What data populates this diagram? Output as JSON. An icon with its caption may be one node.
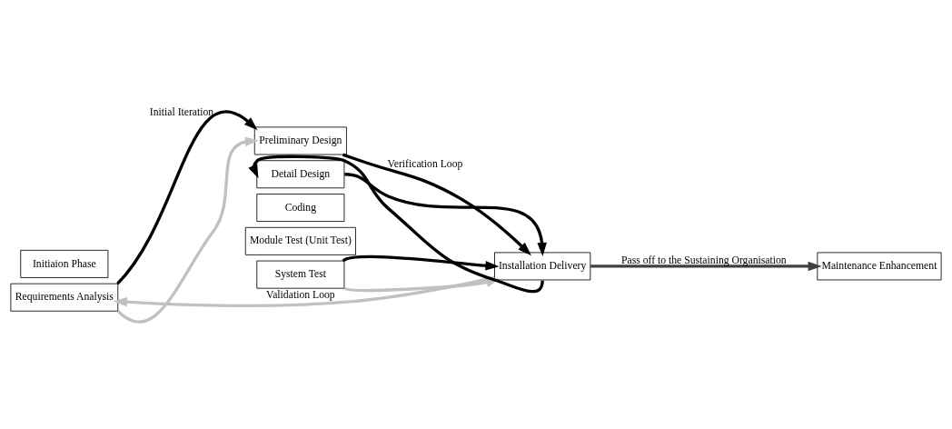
{
  "diagram": {
    "nodes": [
      {
        "text": [
          "Initiaion Phase"
        ]
      },
      {
        "text": [
          "Requirements Analysis"
        ]
      },
      {
        "text": [
          "Preliminary Design"
        ]
      },
      {
        "text": [
          "Detail Design"
        ]
      },
      {
        "text": [
          "Coding"
        ]
      },
      {
        "text": [
          "Module Test (Unit Test)"
        ]
      },
      {
        "text": [
          "System Test"
        ]
      },
      {
        "text": [
          "Installation Delivery"
        ]
      },
      {
        "text": [
          "Maintenance Enhancement"
        ]
      }
    ],
    "edges": [
      {
        "from": 1,
        "to": 2,
        "arrow": "to",
        "label": "Initial Iteration"
      },
      {
        "from": 1,
        "to": 2,
        "arrow": "to",
        "color": "#c0c0c0"
      },
      {
        "from": 2,
        "to": 7,
        "arrow": "to",
        "label": "Verification Loop"
      },
      {
        "from": 3,
        "to": 7,
        "arrow": "to"
      },
      {
        "from": 6,
        "to": 7,
        "arrow": "to"
      },
      {
        "from": 6,
        "to": 7,
        "arrow": "to",
        "color": "#c0c0c0"
      },
      {
        "from": 7,
        "to": 3,
        "arrow": "to"
      },
      {
        "from": 7,
        "to": 1,
        "arrow": "to",
        "label": "Validation Loop",
        "color": "#c0c0c0"
      },
      {
        "from": 7,
        "to": 8,
        "arrow": "to",
        "label": "Pass off to the Sustaining Organisation",
        "color": "#404040"
      }
    ]
  }
}
